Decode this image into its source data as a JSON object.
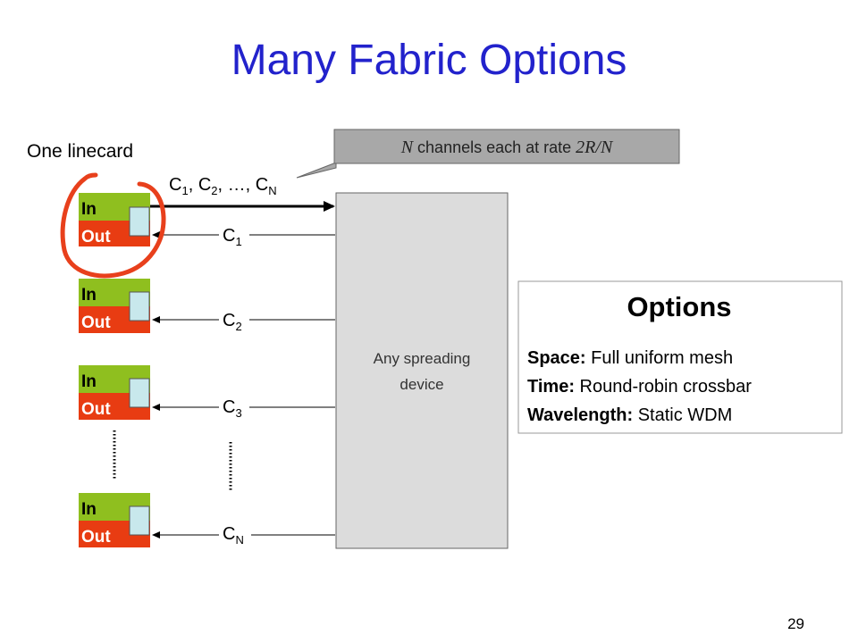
{
  "slide": {
    "title": "Many Fabric Options",
    "page_number": "29",
    "linecard_label": "One linecard",
    "highlight_color": "#e8401c",
    "linecards": [
      {
        "in_label": "In",
        "out_label": "Out",
        "channel": "C",
        "sub": "1"
      },
      {
        "in_label": "In",
        "out_label": "Out",
        "channel": "C",
        "sub": "2"
      },
      {
        "in_label": "In",
        "out_label": "Out",
        "channel": "C",
        "sub": "3"
      },
      {
        "in_label": "In",
        "out_label": "Out",
        "channel": "C",
        "sub": "N"
      }
    ],
    "top_channels": {
      "c": "C",
      "s1": "1",
      "sep1": ", ",
      "s2": "2",
      "sep2": ", …, ",
      "sN": "N"
    },
    "callout": {
      "n": "N",
      "text": " channels each at rate ",
      "rate": "2R/N"
    },
    "device": {
      "line1": "Any spreading",
      "line2": "device"
    },
    "options": {
      "title": "Options",
      "items": [
        {
          "key": "Space:",
          "value": " Full uniform mesh"
        },
        {
          "key": "Time:",
          "value": " Round-robin crossbar"
        },
        {
          "key": "Wavelength:",
          "value": " Static WDM"
        }
      ]
    },
    "colors": {
      "title": "#2222cc",
      "in_box": "#8fbf1f",
      "out_box": "#e83c12",
      "port": "#c8e8ec",
      "device": "#dcdcdc",
      "callout": "#a8a8a8"
    }
  }
}
